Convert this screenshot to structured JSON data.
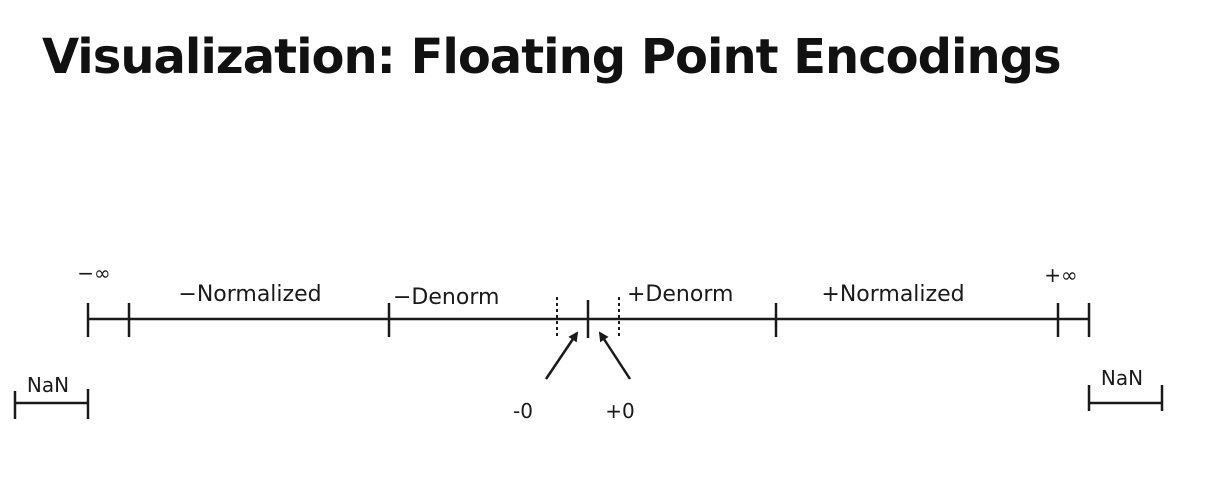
{
  "title": "Visualization: Floating Point Encodings",
  "labels": {
    "neg_infinity": "−∞",
    "neg_normalized": "−Normalized",
    "neg_denorm": "−Denorm",
    "pos_denorm": "+Denorm",
    "pos_normalized": "+Normalized",
    "pos_infinity": "+∞",
    "nan_left": "NaN",
    "nan_right": "NaN",
    "neg_zero": "-0",
    "pos_zero": "+0"
  }
}
